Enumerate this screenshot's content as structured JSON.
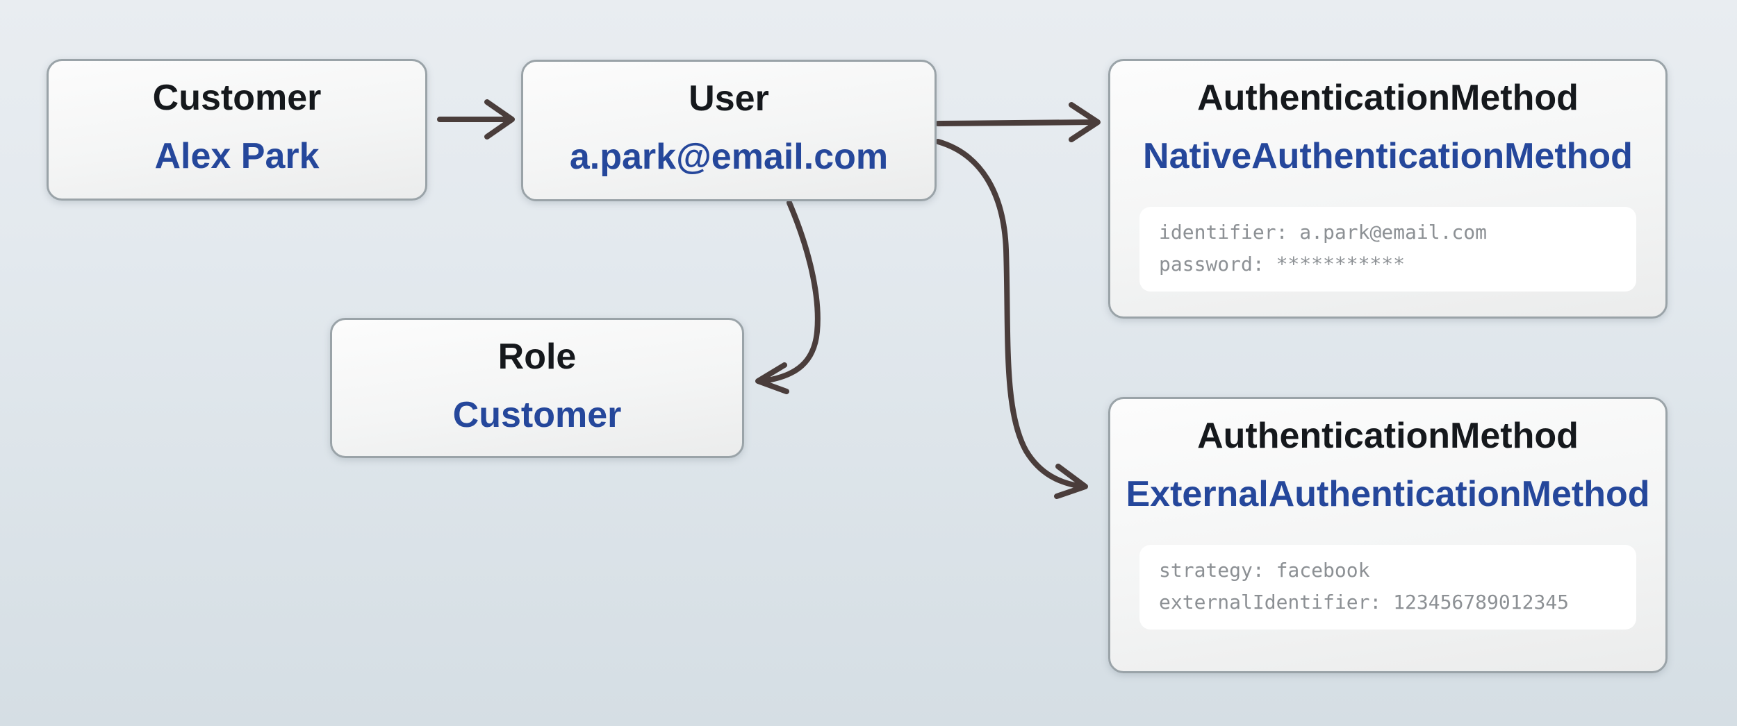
{
  "diagram": {
    "description_hint": "entity relationship sketch",
    "colors": {
      "background_top": "#e9edf1",
      "background_bottom": "#d5dee4",
      "node_border": "#9aa3a8",
      "node_fill_top": "#fcfcfc",
      "node_fill_bottom": "#ebecec",
      "title_color": "#15181c",
      "value_color": "#25479b",
      "attribute_color": "#8c9094",
      "attribute_background": "#ffffff",
      "arrow_color": "#4a3d3b"
    },
    "entities": [
      {
        "id": "customer",
        "title": "Customer",
        "value": "Alex Park"
      },
      {
        "id": "user",
        "title": "User",
        "value": "a.park@email.com"
      },
      {
        "id": "role",
        "title": "Role",
        "value": "Customer"
      },
      {
        "id": "native-auth",
        "title": "AuthenticationMethod",
        "value": "NativeAuthenticationMethod",
        "attributes": [
          "identifier: a.park@email.com",
          "password: ***********"
        ]
      },
      {
        "id": "external-auth",
        "title": "AuthenticationMethod",
        "value": "ExternalAuthenticationMethod",
        "attributes": [
          "strategy: facebook",
          "externalIdentifier: 123456789012345"
        ]
      }
    ],
    "connections": [
      {
        "from": "customer",
        "to": "user"
      },
      {
        "from": "user",
        "to": "native-auth"
      },
      {
        "from": "user",
        "to": "role"
      },
      {
        "from": "user",
        "to": "external-auth"
      }
    ]
  }
}
